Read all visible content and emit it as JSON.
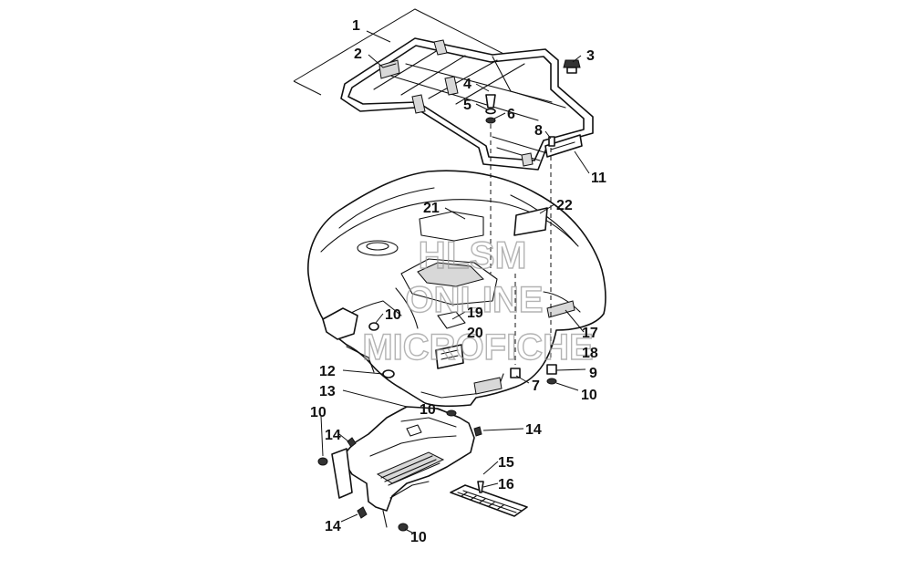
{
  "watermark": {
    "line1": "HLSM",
    "line2": "ONLINE",
    "line3": "MICROFICHE"
  },
  "callouts": {
    "c1": "1",
    "c2": "2",
    "c3": "3",
    "c4": "4",
    "c5": "5",
    "c6": "6",
    "c7": "7",
    "c8": "8",
    "c9": "9",
    "c10a": "10",
    "c10b": "10",
    "c10c": "10",
    "c10d": "10",
    "c10e": "10",
    "c11": "11",
    "c12": "12",
    "c13": "13",
    "c14a": "14",
    "c14b": "14",
    "c14c": "14",
    "c15": "15",
    "c16": "16",
    "c17": "17",
    "c18": "18",
    "c19": "19",
    "c20": "20",
    "c21": "21",
    "c22": "22"
  }
}
